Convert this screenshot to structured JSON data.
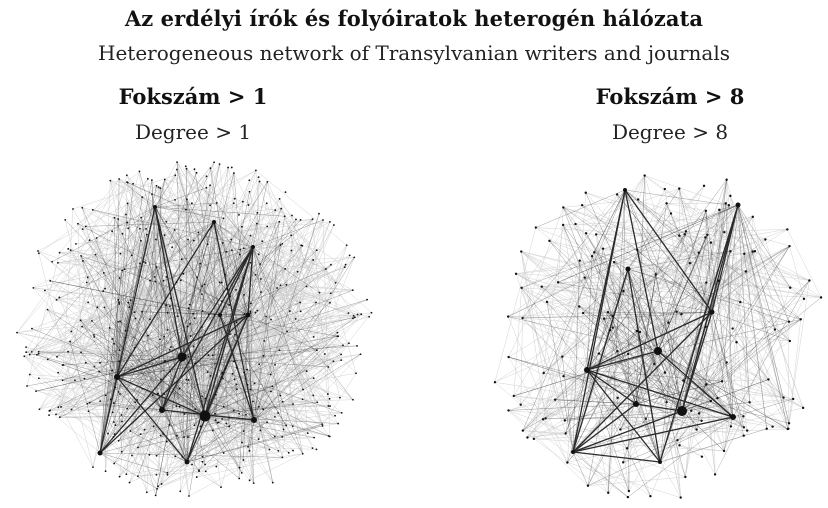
{
  "title": "Az erdélyi írók és folyóiratok heterogén hálózata",
  "subtitle": "Heterogeneous network of Transylvanian writers and journals",
  "panels": [
    {
      "title": "Fokszám > 1",
      "subtitle": "Degree > 1"
    },
    {
      "title": "Fokszám > 8",
      "subtitle": "Degree > 8"
    }
  ],
  "colors": {
    "node": "#111111",
    "edge_light": "#c8c8c8",
    "edge_dark": "#2a2a2a"
  }
}
